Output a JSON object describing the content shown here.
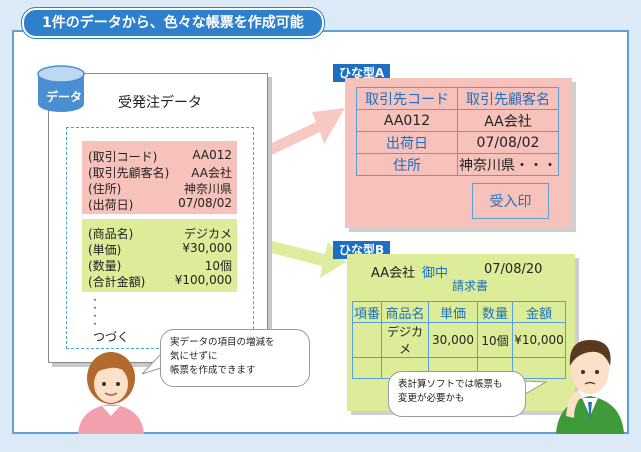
{
  "title": "1件のデータから、色々な帳票を作成可能",
  "data_store": {
    "label": "データ",
    "doc_title": "受発注データ",
    "records_pink": [
      {
        "key": "(取引コード)",
        "value": "AA012"
      },
      {
        "key": "(取引先顧客名)",
        "value": "AA会社"
      },
      {
        "key": "(住所)",
        "value": "神奈川県"
      },
      {
        "key": "(出荷日)",
        "value": "07/08/02"
      }
    ],
    "records_green": [
      {
        "key": "(商品名)",
        "value": "デジカメ"
      },
      {
        "key": "(単価)",
        "value": "¥30,000"
      },
      {
        "key": "(数量)",
        "value": "10個"
      },
      {
        "key": "(合計金額)",
        "value": "¥100,000"
      }
    ],
    "continued": "つづく"
  },
  "template_a": {
    "label": "ひな型A",
    "rows": [
      [
        "取引先コード",
        "取引先顧客名"
      ],
      [
        "AA012",
        "AA会社"
      ],
      [
        "出荷日",
        "07/08/02"
      ],
      [
        "住所",
        "神奈川県・・・"
      ]
    ],
    "stamp": "受入印"
  },
  "template_b": {
    "label": "ひな型B",
    "company": "AA会社",
    "honorific": "御中",
    "date": "07/08/20",
    "doc_type": "請求書",
    "headers": [
      "項番",
      "商品名",
      "単価",
      "数量",
      "金額"
    ],
    "rows": [
      [
        "",
        "デジカメ",
        "30,000",
        "10個",
        "¥10,000"
      ],
      [
        "",
        "",
        "",
        "",
        ""
      ]
    ]
  },
  "bubble_left": [
    "実データの項目の増減を",
    "気にせずに",
    "帳票を作成できます"
  ],
  "bubble_right": [
    "表計算ソフトでは帳票も",
    "変更が必要かも"
  ],
  "colors": {
    "accent": "#2f80cc",
    "pink": "#f7c2bb",
    "green": "#dcec98",
    "frame": "#dce9f6"
  }
}
